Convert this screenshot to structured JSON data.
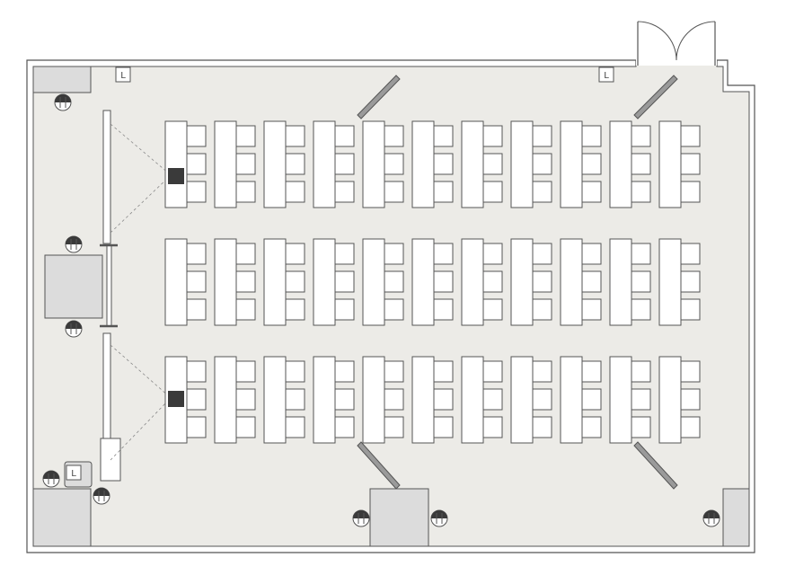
{
  "plan": {
    "label_marker": "L",
    "colors": {
      "floor": "#ecebe7",
      "wall": "#555555",
      "furniture": "#ffffff",
      "column": "#dcdcdc",
      "projector": "#3a3a3a",
      "window_film": "#9a9a9a"
    },
    "icons": {
      "outlet": "floor-outlet-icon",
      "door": "double-swing-door-icon",
      "projector": "projector-icon",
      "light": "light-marker-icon"
    },
    "seating": {
      "rows": 3,
      "tables_per_row": 11,
      "chairs_per_table": 3,
      "total_seats": 99
    }
  }
}
